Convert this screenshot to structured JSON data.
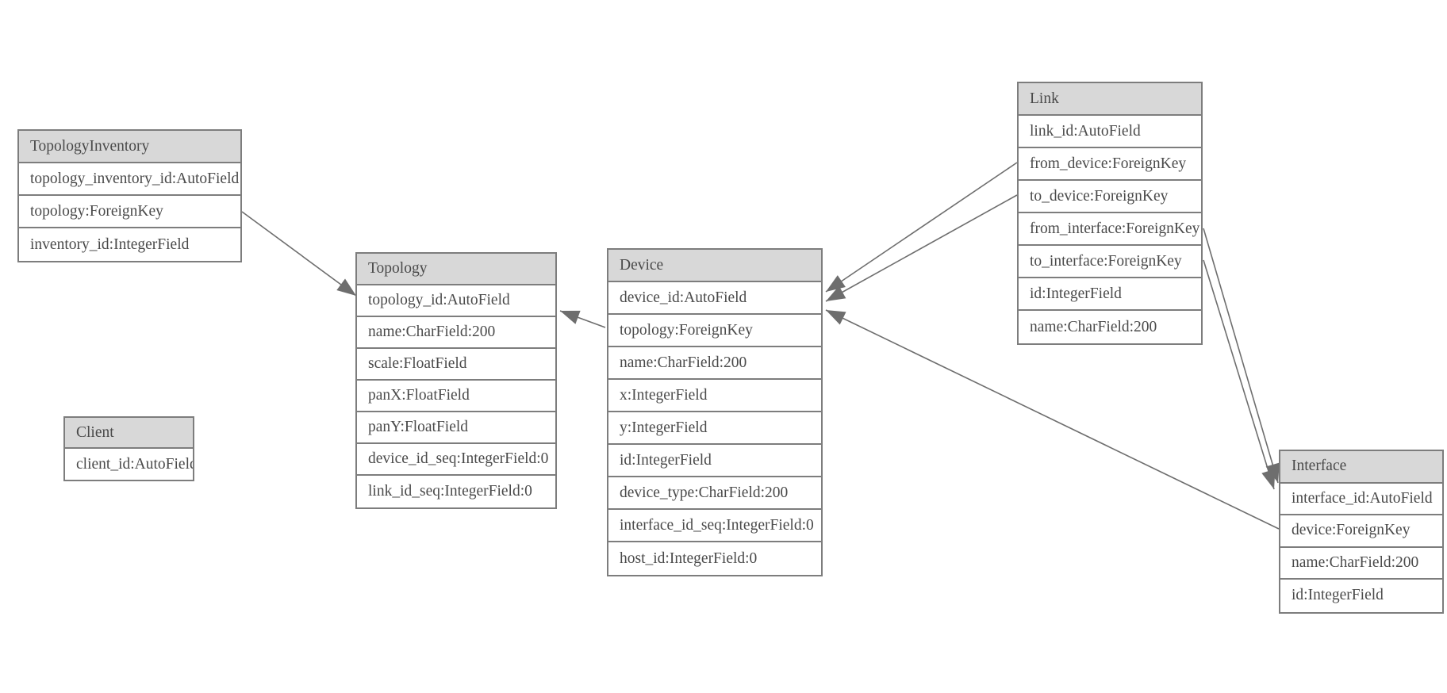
{
  "entities": {
    "topology_inventory": {
      "title": "TopologyInventory",
      "fields": [
        "topology_inventory_id:AutoField",
        "topology:ForeignKey",
        "inventory_id:IntegerField"
      ]
    },
    "topology": {
      "title": "Topology",
      "fields": [
        "topology_id:AutoField",
        "name:CharField:200",
        "scale:FloatField",
        "panX:FloatField",
        "panY:FloatField",
        "device_id_seq:IntegerField:0",
        "link_id_seq:IntegerField:0"
      ]
    },
    "client": {
      "title": "Client",
      "fields": [
        "client_id:AutoField"
      ]
    },
    "device": {
      "title": "Device",
      "fields": [
        "device_id:AutoField",
        "topology:ForeignKey",
        "name:CharField:200",
        "x:IntegerField",
        "y:IntegerField",
        "id:IntegerField",
        "device_type:CharField:200",
        "interface_id_seq:IntegerField:0",
        "host_id:IntegerField:0"
      ]
    },
    "link": {
      "title": "Link",
      "fields": [
        "link_id:AutoField",
        "from_device:ForeignKey",
        "to_device:ForeignKey",
        "from_interface:ForeignKey",
        "to_interface:ForeignKey",
        "id:IntegerField",
        "name:CharField:200"
      ]
    },
    "interface": {
      "title": "Interface",
      "fields": [
        "interface_id:AutoField",
        "device:ForeignKey",
        "name:CharField:200",
        "id:IntegerField"
      ]
    }
  },
  "relationships": [
    {
      "from": "TopologyInventory.topology",
      "to": "Topology"
    },
    {
      "from": "Device.topology",
      "to": "Topology"
    },
    {
      "from": "Link.from_device",
      "to": "Device"
    },
    {
      "from": "Link.to_device",
      "to": "Device"
    },
    {
      "from": "Interface.device",
      "to": "Device"
    },
    {
      "from": "Link.from_interface",
      "to": "Interface"
    },
    {
      "from": "Link.to_interface",
      "to": "Interface"
    }
  ],
  "colors": {
    "header_fill": "#d8d8d8",
    "border": "#7d7d7d",
    "text": "#4a4a4a",
    "edge": "#6e6e6e",
    "row_fill": "#ffffff",
    "background": "#ffffff"
  }
}
